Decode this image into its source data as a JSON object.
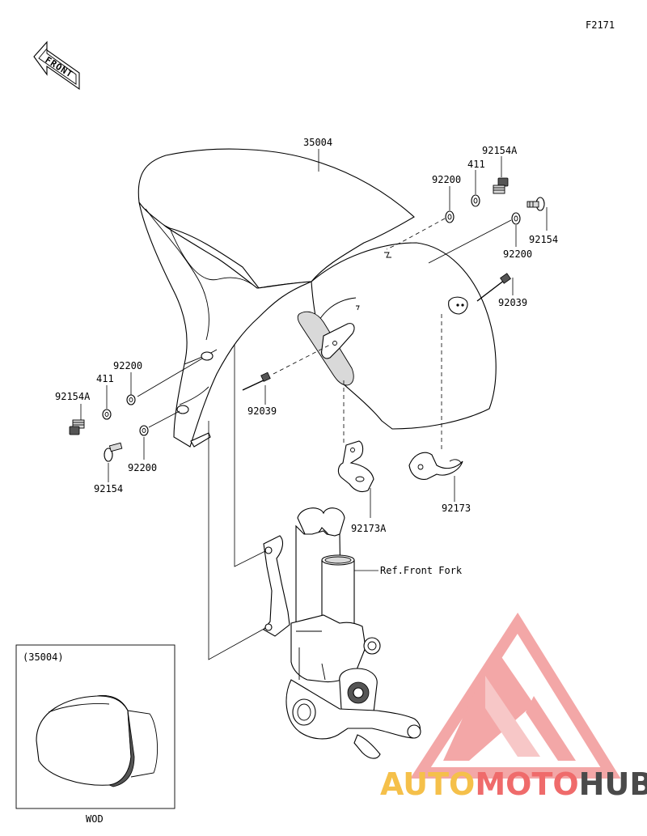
{
  "figure_code": "F2171",
  "front_label": "FRONT",
  "parts": {
    "p35004": "35004",
    "p92154A_right": "92154A",
    "p411_right": "411",
    "p92200_top": "92200",
    "p92154_right": "92154",
    "p92200_right": "92200",
    "p92039_right": "92039",
    "p92200_left": "92200",
    "p411_left": "411",
    "p92154A_left": "92154A",
    "p92039_center": "92039",
    "p92200_lower_left": "92200",
    "p92154_lower_left": "92154",
    "p92173A": "92173A",
    "p92173": "92173"
  },
  "ref_front_fork": "Ref.Front Fork",
  "inset": {
    "label": "(35004)",
    "caption": "WOD"
  },
  "watermark": {
    "part1": "AUTO",
    "part2": "MOTO",
    "part3": "HUB",
    "color1": "#f5c04a",
    "color2": "#ef6b6b",
    "color3": "#4a4a4a",
    "logo_color": "#f08a8a"
  }
}
